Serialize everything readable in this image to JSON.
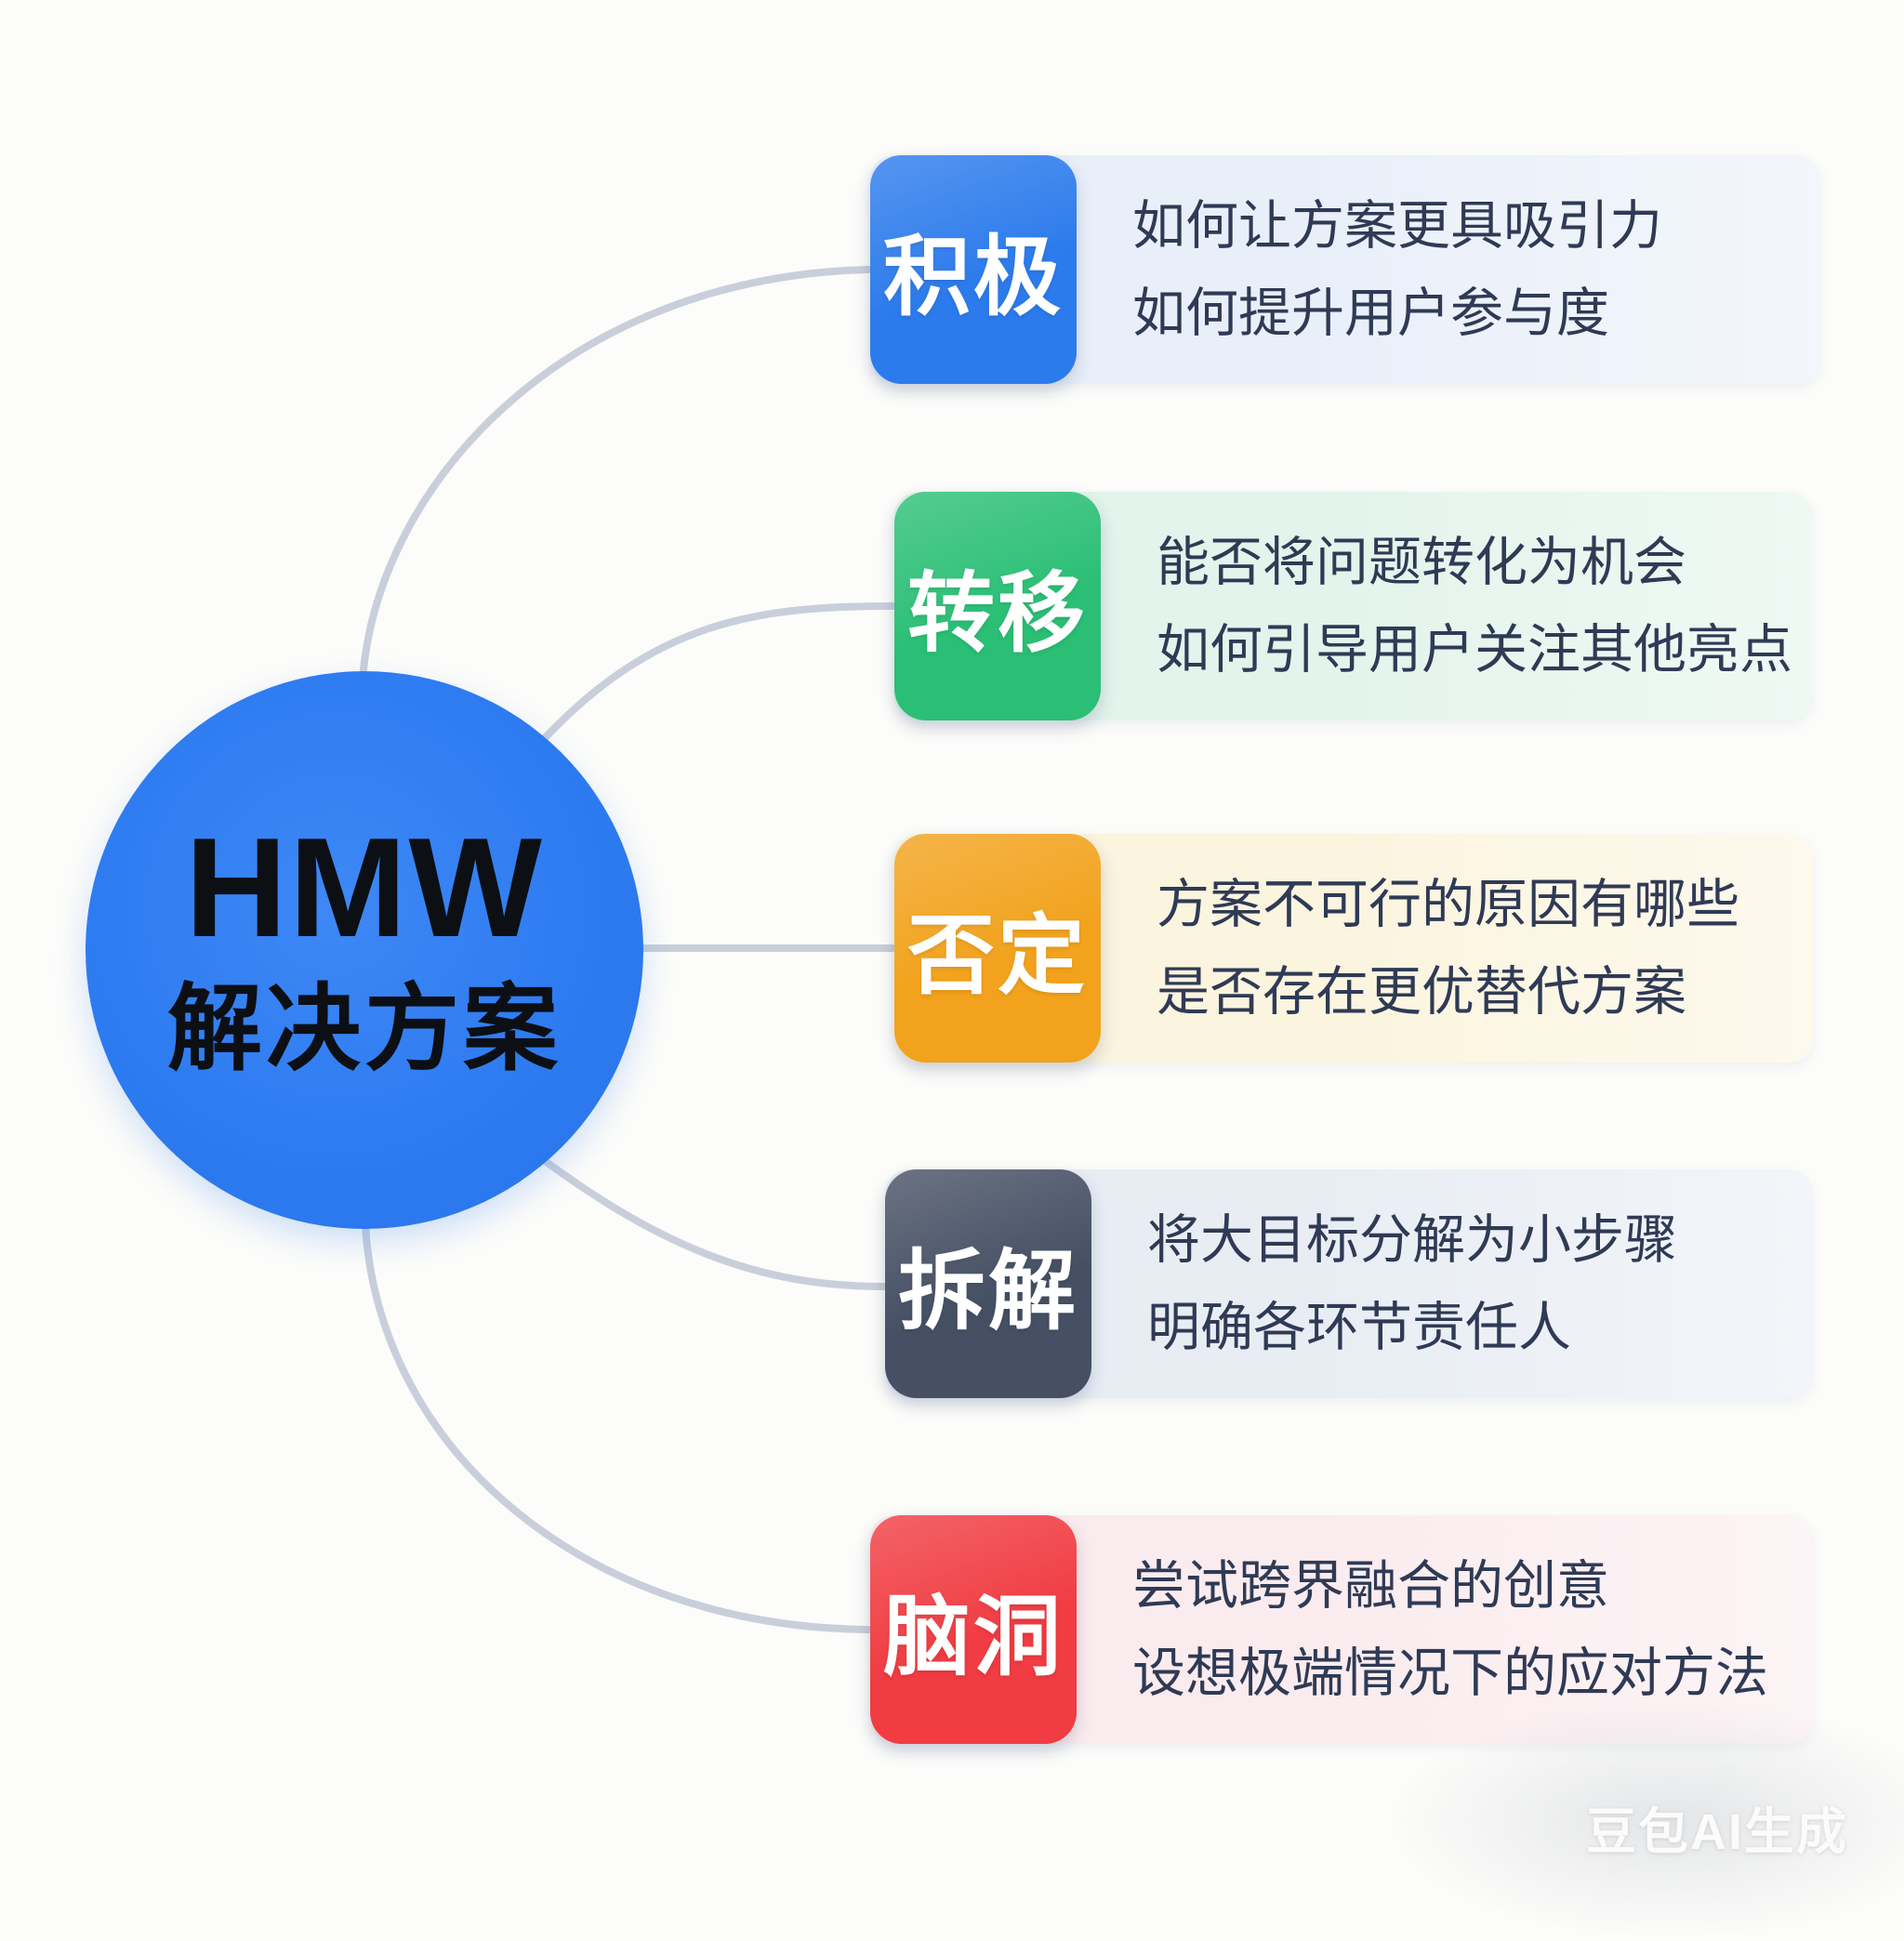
{
  "center": {
    "line1": "HMW",
    "line2": "解决方案",
    "color": "#2C7AF0"
  },
  "watermark": "豆包AI生成",
  "connector_color": "#C9CFDA",
  "background_color": "#FCFCFA",
  "branches": [
    {
      "label": "积极",
      "tag_color": "#2C7BEC",
      "panel_color": "#E9EFF9",
      "lines": [
        "如何让方案更具吸引力",
        "如何提升用户参与度"
      ]
    },
    {
      "label": "转移",
      "tag_color": "#2ABF75",
      "panel_color": "#E2F4EB",
      "lines": [
        "能否将问题转化为机会",
        "如何引导用户关注其他亮点"
      ]
    },
    {
      "label": "否定",
      "tag_color": "#F2A21C",
      "panel_color": "#FBF4DE",
      "lines": [
        "方案不可行的原因有哪些",
        "是否存在更优替代方案"
      ]
    },
    {
      "label": "拆解",
      "tag_color": "#465064",
      "panel_color": "#E8EDF4",
      "lines": [
        "将大目标分解为小步骤",
        "明确各环节责任人"
      ]
    },
    {
      "label": "脑洞",
      "tag_color": "#F03C42",
      "panel_color": "#FAEBEE",
      "lines": [
        "尝试跨界融合的创意",
        "设想极端情况下的应对方法"
      ]
    }
  ]
}
